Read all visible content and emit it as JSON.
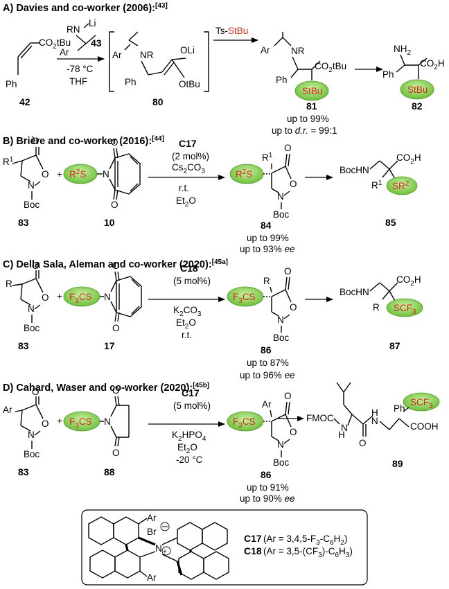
{
  "colors": {
    "accent_red": "#d6261f",
    "highlight_green": "#8fd14f"
  },
  "sections": {
    "A": {
      "title": "A) Davies and co-worker (2006):",
      "ref": "[43]",
      "compounds": {
        "c1": "42",
        "c2": "43",
        "c3": "80",
        "c4": "81",
        "c5": "82"
      },
      "reagent": "Ts-StBu",
      "conditions": [
        "-78 °C",
        "THF"
      ],
      "yields": [
        "up to 99%",
        "up to d.r. = 99:1"
      ]
    },
    "B": {
      "title": "B) Brière and co-worker (2016):",
      "ref": "[44]",
      "compounds": {
        "c1": "83",
        "c2": "10",
        "c3": "84",
        "c4": "85"
      },
      "catalyst": "C17",
      "conditions": [
        "(2 mol%)",
        "Cs2CO3",
        "r.t.",
        "Et2O"
      ],
      "yields": [
        "up to 99%",
        "up to 93% ee"
      ]
    },
    "C": {
      "title": "C) Della Sala, Aleman and co-worker (2020):",
      "ref": "[45a]",
      "compounds": {
        "c1": "83",
        "c2": "17",
        "c3": "86",
        "c4": "87"
      },
      "catalyst": "C18",
      "conditions": [
        "(5 mol%)",
        "K2CO3",
        "Et2O",
        "r.t."
      ],
      "yields": [
        "up to 87%",
        "up to 96% ee"
      ]
    },
    "D": {
      "title": "D) Cahard, Waser and co-worker (2020):",
      "ref": "[45b]",
      "compounds": {
        "c1": "83",
        "c2": "88",
        "c3": "86",
        "c4": "89"
      },
      "catalyst": "C17",
      "conditions": [
        "(5 mol%)",
        "K2HPO4",
        "Et2O",
        "-20 °C"
      ],
      "yields": [
        "up to 91%",
        "up to 90% ee"
      ]
    }
  },
  "catalyst_box": {
    "counterion": "Br",
    "entries": [
      {
        "name": "C17",
        "desc": "(Ar = 3,4,5-F3-C6H2)"
      },
      {
        "name": "C18",
        "desc": "(Ar = 3,5-(CF3)-C6H3)"
      }
    ]
  }
}
